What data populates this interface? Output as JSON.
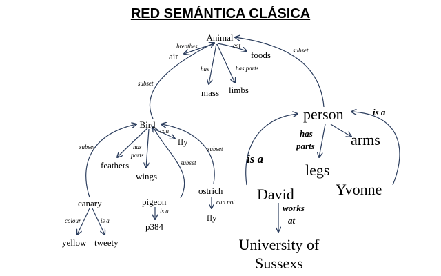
{
  "title": "RED SEMÁNTICA CLÁSICA",
  "nodes": {
    "animal": "Animal",
    "air": "air",
    "foods": "foods",
    "mass": "mass",
    "limbs": "limbs",
    "bird": "Bird",
    "fly": "fly",
    "feathers": "feathers",
    "wings": "wings",
    "canary": "canary",
    "yellow": "yellow",
    "tweety": "tweety",
    "pigeon": "pigeon",
    "p384": "p384",
    "ostrich": "ostrich",
    "fly2": "fly",
    "person": "person",
    "arms": "arms",
    "legs": "legs",
    "david": "David",
    "yvonne": "Yvonne",
    "univ_line1": "University of",
    "univ_line2": "Sussexs"
  },
  "edge_labels": {
    "breathes": "breathes",
    "eat": "eat",
    "has": "has",
    "has_parts": "has parts",
    "subset_bird": "subset",
    "subset_person": "subset",
    "can": "can",
    "bird_has": "has",
    "bird_parts": "parts",
    "subset_canary": "subset",
    "subset_pigeon": "subset",
    "subset_ostrich": "subset",
    "colour": "colour",
    "is_a_canary": "is a",
    "is_a_pigeon": "is a",
    "can_not": "can not",
    "person_has": "has",
    "person_parts": "parts",
    "is_a_david": "is a",
    "is_a_yvonne": "is a",
    "works": "works",
    "at": "at"
  }
}
